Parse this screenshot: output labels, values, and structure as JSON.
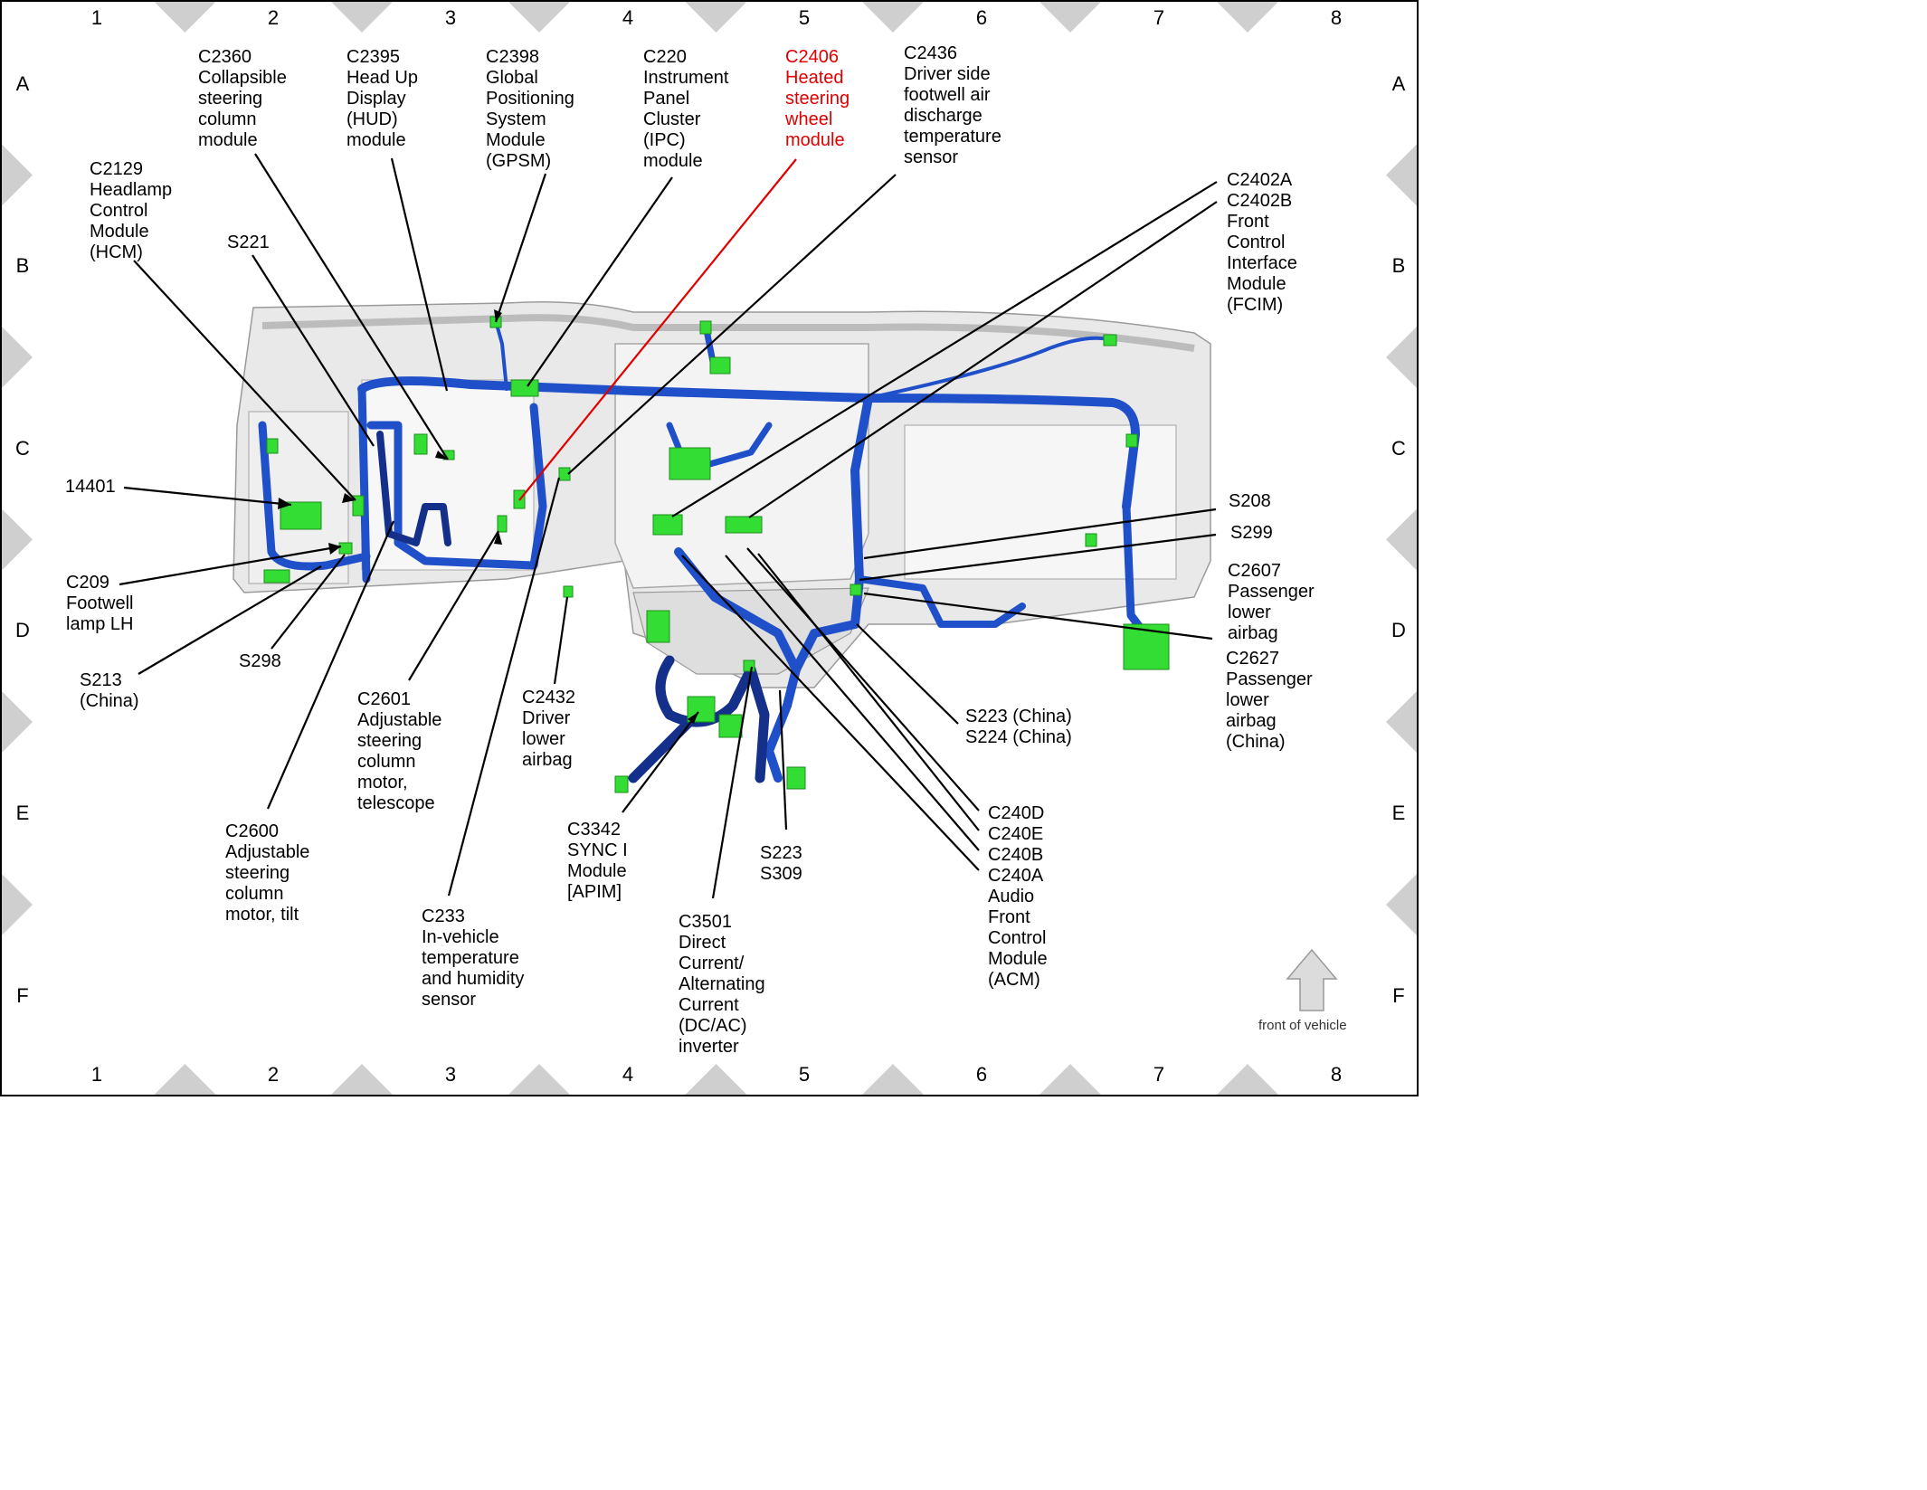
{
  "grid": {
    "columns": [
      "1",
      "2",
      "3",
      "4",
      "5",
      "6",
      "7",
      "8"
    ],
    "rows": [
      "A",
      "B",
      "C",
      "D",
      "E",
      "F"
    ]
  },
  "colors": {
    "harness": "#1f4fc9",
    "harness_dark": "#14308a",
    "connector": "#33dd33",
    "highlight": "#e00000",
    "frame": "#cfcfcf"
  },
  "labels": {
    "c2360": "C2360\nCollapsible\nsteering\ncolumn\nmodule",
    "c2395": "C2395\nHead Up\nDisplay\n(HUD)\nmodule",
    "c2398": "C2398\nGlobal\nPositioning\nSystem\nModule\n(GPSM)",
    "c220": "C220\nInstrument\nPanel\nCluster\n(IPC)\nmodule",
    "c2406": "C2406\nHeated\nsteering\nwheel\nmodule",
    "c2436": "C2436\nDriver side\nfootwell air\ndischarge\ntemperature\nsensor",
    "c2129": "C2129\nHeadlamp\nControl\nModule\n(HCM)",
    "s221": "S221",
    "c2402": "C2402A\nC2402B\nFront\nControl\nInterface\nModule\n(FCIM)",
    "n14401": "14401",
    "s208": "S208",
    "s299": "S299",
    "c2607": "C2607\nPassenger\nlower\nairbag",
    "c2627": "C2627\nPassenger\nlower\nairbag\n(China)",
    "c209": "C209\nFootwell\nlamp LH",
    "s298": "S298",
    "s213": "S213\n(China)",
    "c2601": "C2601\nAdjustable\nsteering\ncolumn\nmotor,\ntelescope",
    "c2432": "C2432\nDriver\nlower\nairbag",
    "s223_224": "S223 (China)\nS224 (China)",
    "c2600": "C2600\nAdjustable\nsteering\ncolumn\nmotor, tilt",
    "c3342": "C3342\nSYNC I\nModule\n[APIM]",
    "s223_309": "S223\nS309",
    "c240": "C240D\nC240E\nC240B\nC240A\nAudio\nFront\nControl\nModule\n(ACM)",
    "c233": "C233\nIn-vehicle\ntemperature\nand humidity\nsensor",
    "c3501": "C3501\nDirect\nCurrent/\nAlternating\nCurrent\n(DC/AC)\ninverter"
  },
  "front_of_vehicle": "front of vehicle"
}
